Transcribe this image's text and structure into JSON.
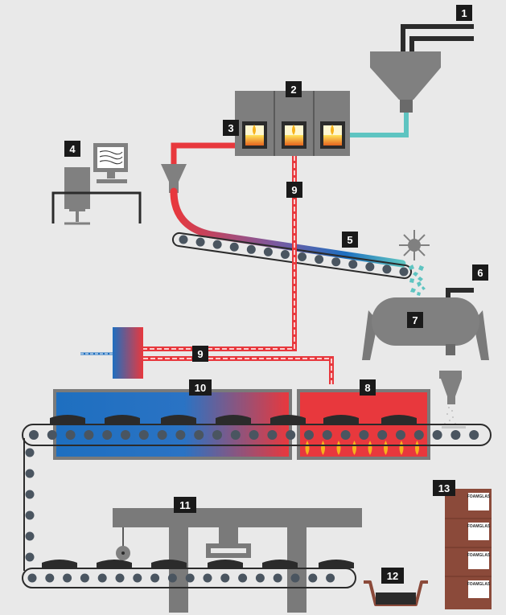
{
  "labels": {
    "l1": "1",
    "l2": "2",
    "l3": "3",
    "l4": "4",
    "l5": "5",
    "l6": "6",
    "l7": "7",
    "l8": "8",
    "l9a": "9",
    "l9b": "9",
    "l10": "10",
    "l11": "11",
    "l12": "12",
    "l13": "13"
  },
  "brand": "FOAMGLAS",
  "colors": {
    "background": "#e9e9e9",
    "machine": "#7a7a7a",
    "dark": "#2b2b2b",
    "hot": "#e8383d",
    "cold": "#1e6fc0",
    "teal": "#5ec4c1",
    "box": "#8b4a3a"
  }
}
